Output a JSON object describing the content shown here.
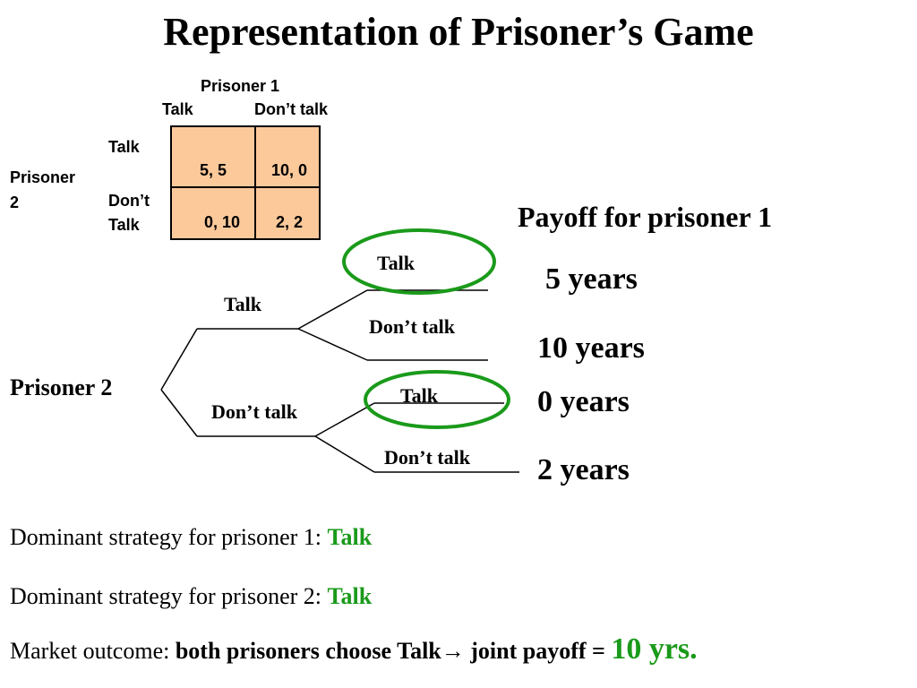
{
  "title": "Representation of Prisoner’s Game",
  "matrix": {
    "col_player": "Prisoner 1",
    "col_labels": [
      "Talk",
      "Don’t talk"
    ],
    "row_player_line1": "Prisoner",
    "row_player_line2": "2",
    "row_labels": [
      {
        "line1": "Talk",
        "line2": ""
      },
      {
        "line1": "Don’t",
        "line2": "Talk"
      }
    ],
    "cells": [
      [
        "5, 5",
        "10, 0"
      ],
      [
        "0, 10",
        "2, 2"
      ]
    ],
    "fill_color": "#fcc99b"
  },
  "tree": {
    "root": "Prisoner 2",
    "p2_branches": [
      "Talk",
      "Don’t talk"
    ],
    "p1_branches_top": [
      "Talk",
      "Don’t talk"
    ],
    "p1_branches_bottom": [
      "Talk",
      "Don’t talk"
    ],
    "payoff_header": "Payoff for prisoner 1",
    "payoffs": [
      "5 years",
      "10 years",
      "0 years",
      "2 years"
    ],
    "highlight_color": "#1a9a1a"
  },
  "summary": {
    "line1_prefix": "Dominant strategy for prisoner 1: ",
    "line1_value": "Talk",
    "line2_prefix": "Dominant strategy for prisoner 2: ",
    "line2_value": "Talk",
    "line3_prefix": "Market outcome: ",
    "line3_bold": "both prisoners choose Talk→ joint payoff = ",
    "line3_value": "10 yrs."
  }
}
